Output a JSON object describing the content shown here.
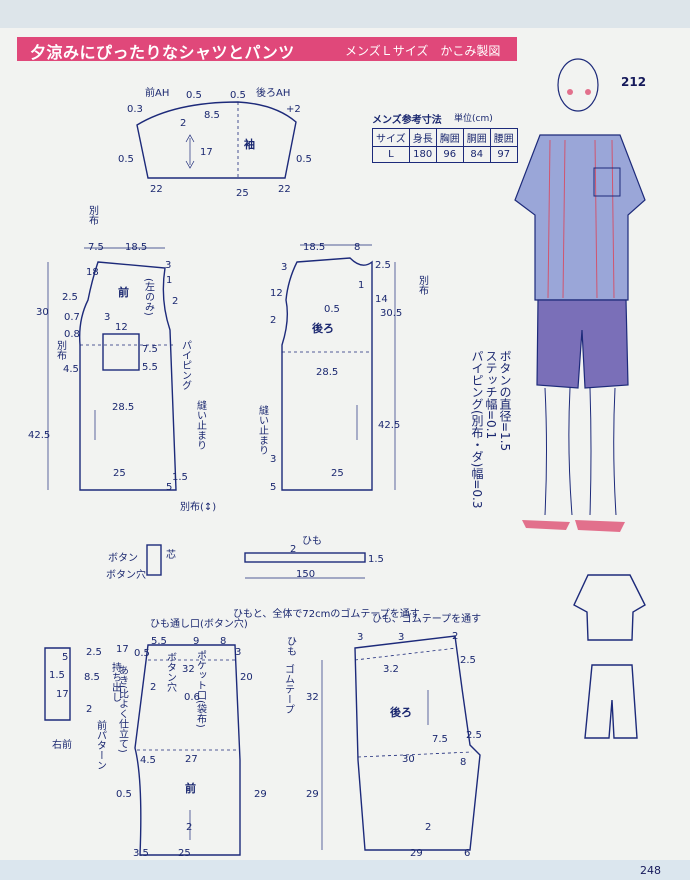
{
  "header": {
    "title": "夕涼みにぴったりなシャツとパンツ",
    "subtitle": "メンズＬサイズ　かこみ製図",
    "pattern_number": "212",
    "page_number": "248"
  },
  "size_table": {
    "title": "メンズ参考寸法",
    "unit": "単位(cm)",
    "headers": [
      "サイズ",
      "身長",
      "胸囲",
      "胴囲",
      "腰囲"
    ],
    "rows": [
      [
        "L",
        "180",
        "96",
        "84",
        "97"
      ]
    ]
  },
  "notes": {
    "button": "ボタンの直径=1.5",
    "stitch": "ステッチ幅=0.1",
    "piping": "パイピング(別布・ダ)幅=0.3"
  },
  "sleeve": {
    "front_ah": "前AH",
    "back_ah": "後ろAH",
    "label": "袖",
    "m_top1": "0.5",
    "m_top2": "0.5",
    "m_03": "0.3",
    "m_2": "2",
    "m_85": "8.5",
    "m_plus2": "+2",
    "m_17": "17",
    "m_05l": "0.5",
    "m_05r": "0.5",
    "m_22l": "22",
    "m_25": "25",
    "m_22r": "22"
  },
  "front_bodice": {
    "label": "前",
    "pocket_note": "(左のみ)",
    "piping": "パイピング",
    "sew_stop": "縫い止まり",
    "bias_top": "別布",
    "bias_side": "別布",
    "bias_bottom": "別布(↕)",
    "m_75": "7.5",
    "m_185": "18.5",
    "m_18": "18",
    "m_3a": "3",
    "m_1": "1",
    "m_25a": "2.5",
    "m_30": "30",
    "m_2a": "2",
    "m_07": "0.7",
    "m_3b": "3",
    "m_12": "12",
    "m_08": "0.8",
    "m_45": "4.5",
    "m_75b": "7.5",
    "m_55": "5.5",
    "m_285": "28.5",
    "m_425": "42.5",
    "m_25b": "25",
    "m_5": "5",
    "m_15": "1.5"
  },
  "back_bodice": {
    "label": "後ろ",
    "sew_stop": "縫い止まり",
    "bias": "別布",
    "m_185": "18.5",
    "m_8": "8",
    "m_3a": "3",
    "m_12": "12",
    "m_2": "2",
    "m_25": "2.5",
    "m_1": "1",
    "m_05": "0.5",
    "m_14": "14",
    "m_305": "30.5",
    "m_285": "28.5",
    "m_425": "42.5",
    "m_3b": "3",
    "m_25b": "25",
    "m_5": "5"
  },
  "placket": {
    "button": "ボタン",
    "buttonhole": "ボタン穴",
    "bias": "芯",
    "himo": "ひも",
    "m_150": "150",
    "m_15": "1.5",
    "m_2": "2"
  },
  "shorts_front": {
    "label": "前",
    "drawstring_note": "ひも通し口(ボタン穴)",
    "elastic_note": "ひもと、全体で72cmのゴムテープを通す",
    "pocket": "ポケット口(袋布)",
    "buttonhole": "ボタン穴",
    "himo_label": "ひも",
    "rubber": "ゴムテープ",
    "m_55": "5.5",
    "m_9": "9",
    "m_8": "8",
    "m_3a": "3",
    "m_32": "32",
    "m_05a": "0.5",
    "m_2": "2",
    "m_20": "20",
    "m_06": "0.6",
    "m_45": "4.5",
    "m_27": "27",
    "m_05b": "0.5",
    "m_29": "29",
    "m_2b": "2",
    "m_35": "3.5",
    "m_25": "25",
    "m_17": "17",
    "opening": "あき(比よく仕立て)"
  },
  "flap": {
    "label1": "持ち出し",
    "label2": "右前",
    "label3": "前パターン",
    "m_5": "5",
    "m_25": "2.5",
    "m_15": "1.5",
    "m_85": "8.5",
    "m_17": "17",
    "m_2": "2"
  },
  "shorts_back": {
    "label": "後ろ",
    "note": "ひも、ゴムテープを通す",
    "m_3a": "3",
    "m_3b": "3",
    "m_2a": "2",
    "m_32": "3.2",
    "m_25a": "2.5",
    "m_75": "7.5",
    "m_25b": "2.5",
    "m_30": "30",
    "m_8": "8",
    "m_2b": "2",
    "m_29": "29",
    "m_6": "6",
    "m_32b": "32"
  }
}
